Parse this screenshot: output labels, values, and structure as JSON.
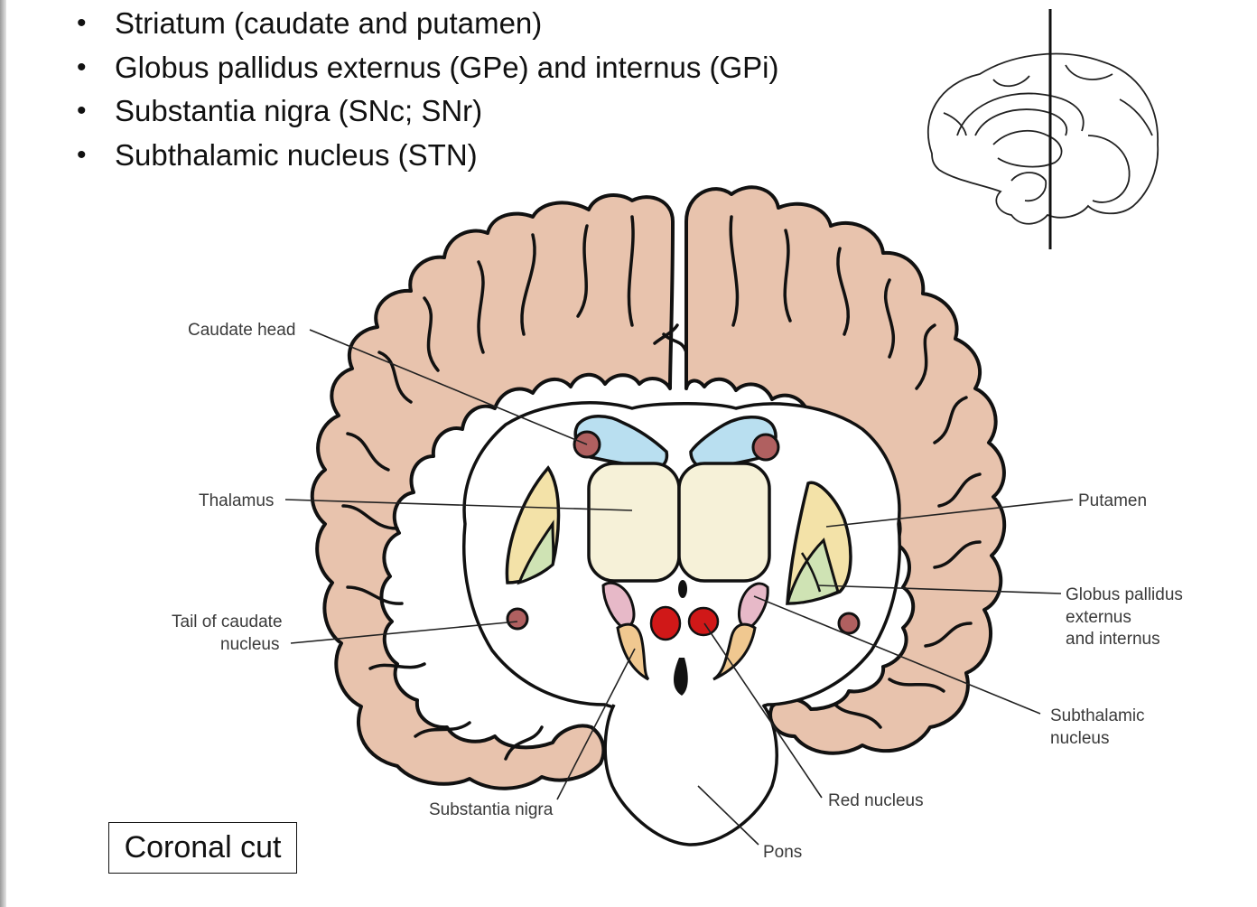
{
  "bullets": [
    "Striatum (caudate and putamen)",
    "Globus pallidus externus (GPe) and internus (GPi)",
    "Substantia nigra (SNc; SNr)",
    "Subthalamic nucleus (STN)"
  ],
  "labels": {
    "caudate_head": "Caudate head",
    "thalamus": "Thalamus",
    "tail_of_caudate_1": "Tail of caudate",
    "tail_of_caudate_2": "nucleus",
    "substantia_nigra": "Substantia nigra",
    "pons": "Pons",
    "red_nucleus": "Red nucleus",
    "putamen": "Putamen",
    "globus_pallidus_1": "Globus pallidus",
    "globus_pallidus_2": "externus",
    "globus_pallidus_3": "and internus",
    "subthalamic_1": "Subthalamic",
    "subthalamic_2": "nucleus"
  },
  "caption": "Coronal cut",
  "colors": {
    "cortex": "#e8c3ad",
    "caudate": "#b9dff0",
    "thalamus": "#f6f1d8",
    "putamen": "#f3e2a8",
    "globus_pallidus": "#cfe3b4",
    "tail_caudate": "#b06060",
    "red_nucleus": "#d01818",
    "subthalamic": "#e7b9c8",
    "substantia_nigra": "#f0c890",
    "outline": "#111111"
  }
}
